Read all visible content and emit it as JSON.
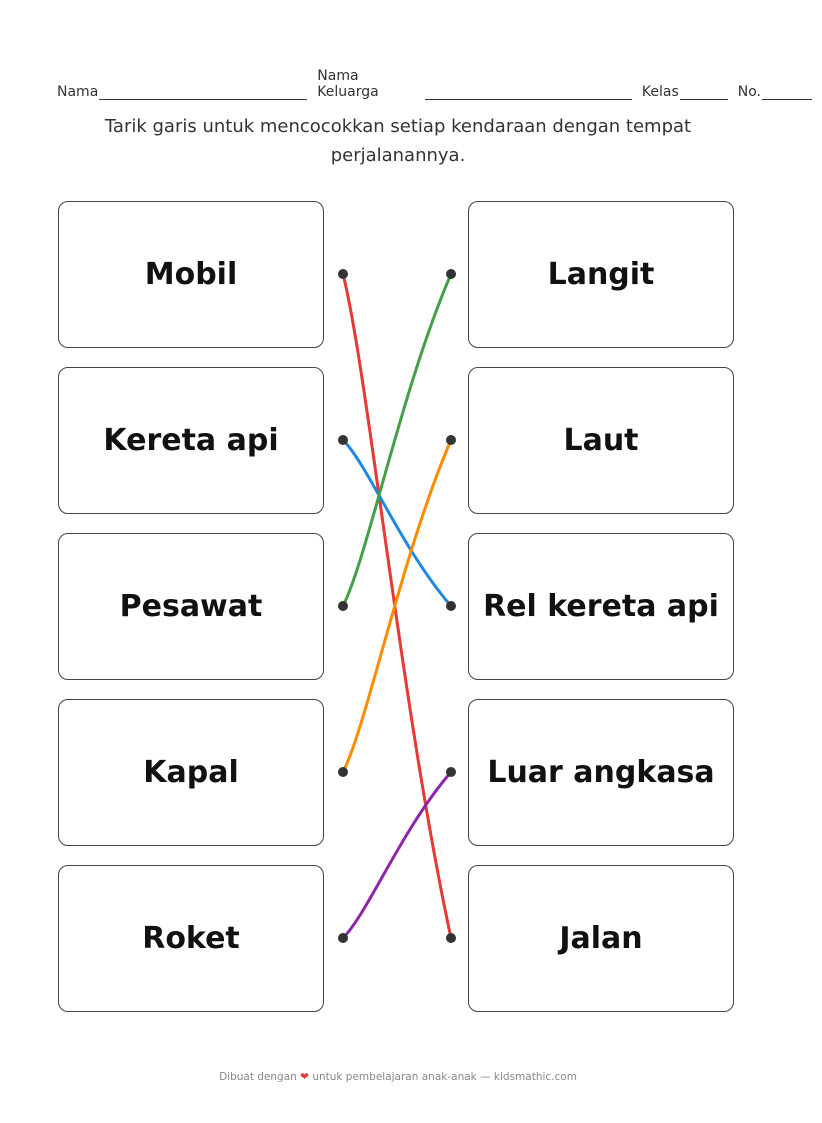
{
  "header": {
    "name_label": "Nama",
    "family_label": "Nama Keluarga",
    "class_label": "Kelas",
    "number_label": "No."
  },
  "instruction": "Tarik garis untuk mencocokkan setiap kendaraan dengan tempat perjalanannya.",
  "left_items": [
    "Mobil",
    "Kereta api",
    "Pesawat",
    "Kapal",
    "Roket"
  ],
  "right_items": [
    "Langit",
    "Laut",
    "Rel kereta api",
    "Luar angkasa",
    "Jalan"
  ],
  "connections": [
    {
      "from": "Mobil",
      "to": "Jalan",
      "color": "#e53935"
    },
    {
      "from": "Kereta api",
      "to": "Rel kereta api",
      "color": "#1e88e5"
    },
    {
      "from": "Pesawat",
      "to": "Langit",
      "color": "#43a047"
    },
    {
      "from": "Kapal",
      "to": "Laut",
      "color": "#fb8c00"
    },
    {
      "from": "Roket",
      "to": "Luar angkasa",
      "color": "#8e24aa"
    }
  ],
  "footer": {
    "before": "Dibuat dengan",
    "heart_icon": "heart-icon",
    "after": "untuk pembelajaran anak-anak — kidsmathic.com"
  }
}
